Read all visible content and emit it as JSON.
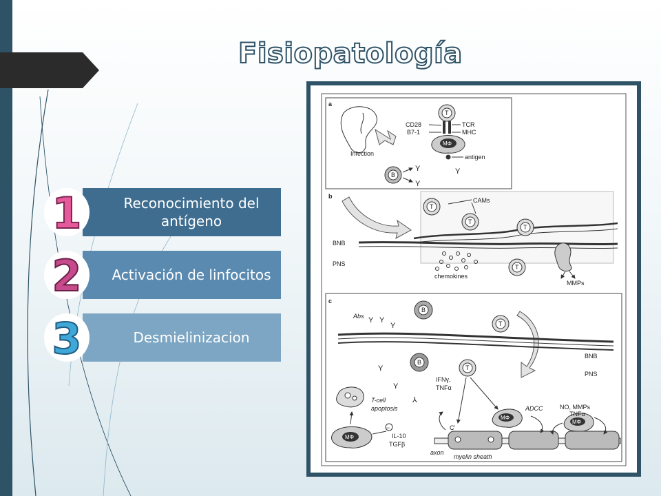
{
  "slide": {
    "title": "Fisiopatología",
    "steps": [
      {
        "number": "1",
        "label": "Reconocimiento del antígeno"
      },
      {
        "number": "2",
        "label": "Activación de linfocitos"
      },
      {
        "number": "3",
        "label": "Desmielinizacion"
      }
    ]
  },
  "colors": {
    "accent_dark": "#2e5266",
    "step1": "#3e6d90",
    "step2": "#5a8ab0",
    "step3": "#7ca6c4",
    "num1": "#e65a9c",
    "num2": "#c64a8c",
    "num3": "#3fa8d8"
  },
  "figure": {
    "a": {
      "panel": "a",
      "t": "T",
      "cd28": "CD28",
      "b71": "B7-1",
      "tcr": "TCR",
      "mhc": "MHC",
      "mphi": "MΦ",
      "antigen": "antigen",
      "infection": "Infection",
      "b": "B"
    },
    "b": {
      "panel": "b",
      "cams": "CAMs",
      "bnb": "BNB",
      "pns": "PNS",
      "chemokines": "chemokines",
      "mmps": "MMPs",
      "t": "T"
    },
    "c": {
      "panel": "c",
      "abs": "Abs",
      "b": "B",
      "t": "T",
      "bnb": "BNB",
      "pns": "PNS",
      "ifn": "IFNγ,",
      "tnf": "TNFα",
      "tcell": "T-cell",
      "apoptosis": "apoptosis",
      "adcc": "ADCC",
      "no_mmps": "NO, MMPs",
      "tnf2": "TNFα",
      "cprime": "C'",
      "mphi": "MΦ",
      "il10": "IL-10",
      "tgfb": "TGFβ",
      "axon": "axon",
      "myelin": "myelin sheath",
      "minus": "−"
    }
  }
}
